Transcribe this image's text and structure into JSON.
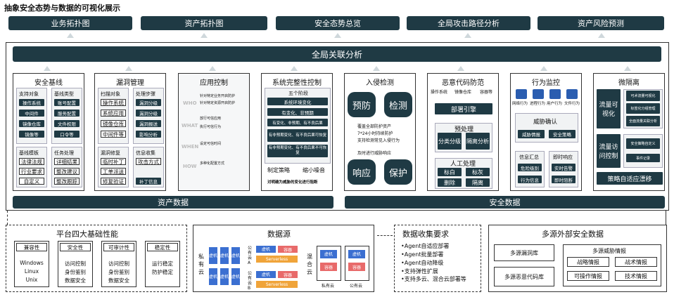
{
  "title": "抽象安全态势与数据的可视化展示",
  "top_tabs": [
    "业务拓扑图",
    "资产拓扑图",
    "安全态势总览",
    "全局攻击路径分析",
    "资产风险预测"
  ],
  "global_bar": "全局关联分析",
  "panels": {
    "baseline": {
      "title": "安全基线",
      "col1_head": "支持对象",
      "col1": [
        "操作系统",
        "中间件",
        "镜像仓库",
        "镜像等"
      ],
      "col2_head": "基线类型",
      "col2": [
        "账号配置",
        "服务配置",
        "文件权限",
        "口令等"
      ],
      "col3_head": "基线模板",
      "col3": [
        "法律法规",
        "行业要求",
        "自定义"
      ],
      "col4_head": "任务处理",
      "col4": [
        "详细结果",
        "整改建议",
        "整改跟踪"
      ]
    },
    "vuln": {
      "title": "漏洞管理",
      "col1_head": "扫描对象",
      "col1": [
        "操作系统",
        "系统应用",
        "镜像仓库",
        "中间件等"
      ],
      "col2_head": "处理步骤",
      "col2": [
        "漏洞分级",
        "漏洞分级",
        "漏洞报送",
        "影响分析"
      ],
      "col3_head": "漏洞修复",
      "col3": [
        "临时补丁",
        "工单派送",
        "修复验证"
      ],
      "col4_head": "信息收集",
      "col4": [
        "攻击方式",
        "补丁信息"
      ]
    },
    "app": {
      "title": "应用控制",
      "steps": [
        "WHO",
        "WHAT",
        "WHEN",
        "HOW"
      ],
      "items": [
        "针对特定业务开启防护",
        "针对特定资源开启防护",
        "放行可信应用",
        "执行可信行为",
        "设定可信时间",
        "多种化配置方式"
      ]
    },
    "integrity": {
      "title": "系统完整性控制",
      "stage": "五个阶段",
      "items": [
        "系统环境变化",
        "有变化、非预期",
        "有变化、非预期、有不良后果",
        "有非预期变化、有不良后果可恢复",
        "有非预期变化、有不良后果不可恢复"
      ],
      "b1": "制定策略",
      "b2": "缩小噪音",
      "foot": "对明确为威胁的变化进行阻断"
    },
    "intrusion": {
      "title": "入侵检测",
      "c1": "预防",
      "c2": "检测",
      "c3": "响应",
      "c4": "保护",
      "points": [
        "覆盖全部防护资产",
        "7*24小时持续防护",
        "支持检测常见入侵行为",
        "及时进行威胁响应"
      ]
    },
    "malware": {
      "title": "恶意代码防范",
      "tags": [
        "操作系统",
        "镜像仓库",
        "容器等"
      ],
      "engine": "部署引擎",
      "pre": "预处理",
      "pre1": "分类分级",
      "pre2": "隔离分析",
      "manual": "人工处理",
      "m": [
        "标白",
        "标灰",
        "删除",
        "隔离"
      ]
    },
    "behavior": {
      "title": "行为监控",
      "icons": [
        "网络行为",
        "进程行为",
        "用户行为",
        "文件行为"
      ],
      "confirm": "威胁确认",
      "c1": "威胁情报",
      "c2": "安全策略",
      "info": "信息汇总",
      "resp": "即时响应",
      "r1": [
        "危险级别",
        "行为信息"
      ],
      "r2": [
        "实时告警",
        "即时阻断"
      ]
    },
    "microseg": {
      "title": "微隔离",
      "l1": "流量可视化",
      "l2": "流量访问控制",
      "a": [
        "可术流量可视化",
        "标签化分组管理",
        "全面流量关联分析"
      ],
      "b": [
        "安全策略自定义",
        "事件记录"
      ],
      "foot": "策略自适应漂移"
    }
  },
  "bottom_bars": {
    "left": "资产数据",
    "right": "安全数据"
  },
  "platform": {
    "title": "平台四大基础性能",
    "cols": [
      {
        "head": "兼容性",
        "lines": [
          "Windows",
          "Linux",
          "Unix"
        ]
      },
      {
        "head": "安全性",
        "lines": [
          "访问控制",
          "身份鉴别",
          "数据安全"
        ]
      },
      {
        "head": "可审计性",
        "lines": [
          "访问控制",
          "身份鉴别",
          "数据安全"
        ]
      },
      {
        "head": "稳定性",
        "lines": [
          "运行稳定",
          "防护稳定"
        ]
      }
    ]
  },
  "datasource": {
    "title": "数据源",
    "private": "私有云",
    "public_a": "公有云A",
    "public_b": "公有云B",
    "hybrid": "混合云",
    "vm": "虚机",
    "container": "容器",
    "serverless": "Serverless",
    "private_label": "私有云",
    "public_label": "公有云"
  },
  "collect": {
    "title": "数据收集要求",
    "items": [
      "•Agent自适应部署",
      "•Agent批量部署",
      "•Agent自动降级",
      "•支持弹性扩展",
      "•支持多云、混合云部署等"
    ]
  },
  "external": {
    "title": "多源外部安全数据",
    "vulnlib": "多源漏洞库",
    "malware": "多源恶意代码库",
    "intel_title": "多源威胁情报",
    "intel": [
      "战略情报",
      "战术情报",
      "可操作情报",
      "技术情报"
    ]
  }
}
